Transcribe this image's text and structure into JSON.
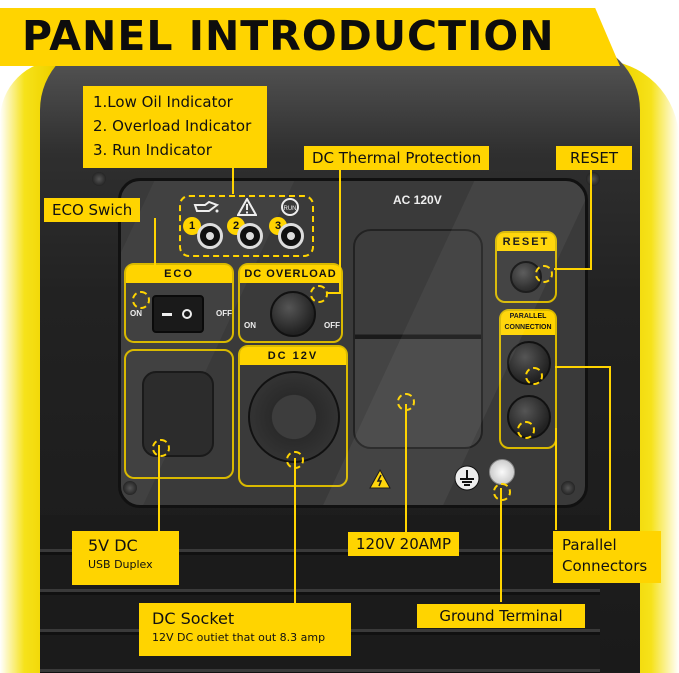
{
  "title": "PANEL INTRODUCTION",
  "colors": {
    "accent_yellow": "#ffd400",
    "panel_dark": "#3a3a3a",
    "text_dark": "#111111"
  },
  "callouts": {
    "indicators": [
      "1.Low Oil Indicator",
      "2. Overload Indicator",
      "3. Run Indicator"
    ],
    "dc_thermal": "DC Thermal Protection",
    "reset": "RESET",
    "eco_switch": "ECO Swich",
    "usb": {
      "title": "5V DC",
      "subtitle": "USB Duplex"
    },
    "dc_socket": {
      "title": "DC Socket",
      "subtitle": "12V DC outiet that out 8.3 amp"
    },
    "ac_outlet": "120V 20AMP",
    "parallel": "Parallel Connectors",
    "ground": "Ground Terminal"
  },
  "panel": {
    "ac_label": "AC 120V",
    "eco_label": "ECO",
    "eco_on": "ON",
    "eco_off": "OFF",
    "dc_overload_label": "DC OVERLOAD",
    "dc_overload_on": "ON",
    "dc_overload_off": "OFF",
    "dc12_label": "DC 12V",
    "reset_label": "RESET",
    "parallel_label_1": "PARALLEL",
    "parallel_label_2": "CONNECTION",
    "indicator_numbers": [
      "1",
      "2",
      "3"
    ],
    "indicator_icons": [
      "oil-can-icon",
      "warning-triangle-icon",
      "run-icon"
    ]
  }
}
